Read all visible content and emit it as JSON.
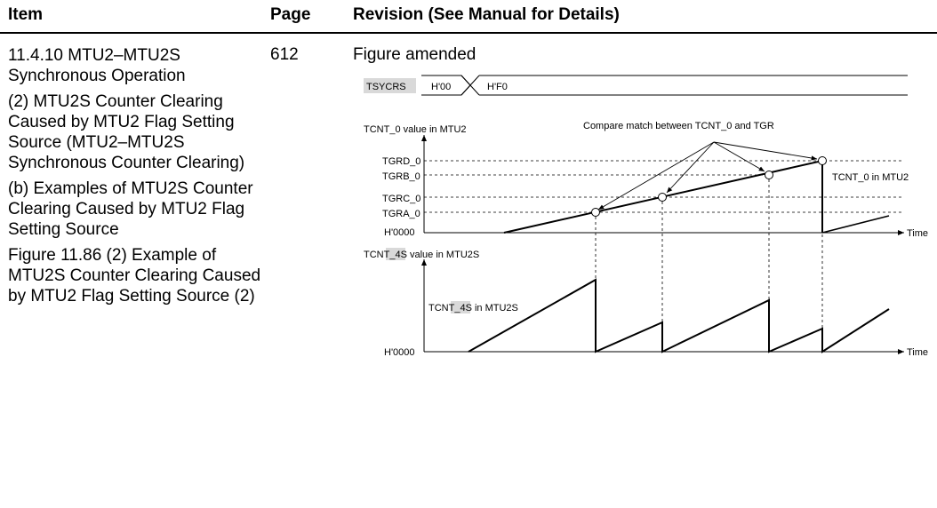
{
  "header": {
    "item": "Item",
    "page": "Page",
    "revision": "Revision (See Manual for Details)"
  },
  "row": {
    "item_lines": [
      "11.4.10  MTU2–MTU2S Synchronous Operation",
      "(2)  MTU2S Counter Clearing Caused by MTU2 Flag Setting Source (MTU2–MTU2S Synchronous Counter Clearing)",
      "(b)  Examples of MTU2S Counter Clearing Caused by MTU2 Flag Setting Source",
      "Figure 11.86 (2) Example of MTU2S Counter Clearing Caused by MTU2 Flag Setting Source (2)"
    ],
    "page": "612",
    "revision": "Figure amended"
  },
  "figure": {
    "tsycrs_label": "TSYCRS",
    "tsycrs_value_1": "H'00",
    "tsycrs_value_2": "H'F0",
    "tcnt0_axis_title": "TCNT_0 value in MTU2",
    "compare_note": "Compare match between TCNT_0 and TGR",
    "tgrd": "TGRD_0",
    "tgrb": "TGRB_0",
    "tgrc": "TGRC_0",
    "tgra": "TGRA_0",
    "h0000_top": "H'0000",
    "tcnt0_curve_label": "TCNT_0 in MTU2",
    "time_top": "Time",
    "tcnt4s_axis_prefix": "TCNT",
    "tcnt4s_axis_highlight": "_4S",
    "tcnt4s_axis_suffix": " value in MTU2S",
    "tcnt4s_curve_prefix": "TCNT",
    "tcnt4s_curve_highlight": "_4S",
    "tcnt4s_curve_suffix": " in MTU2S",
    "h0000_bottom": "H'0000",
    "time_bottom": "Time"
  }
}
